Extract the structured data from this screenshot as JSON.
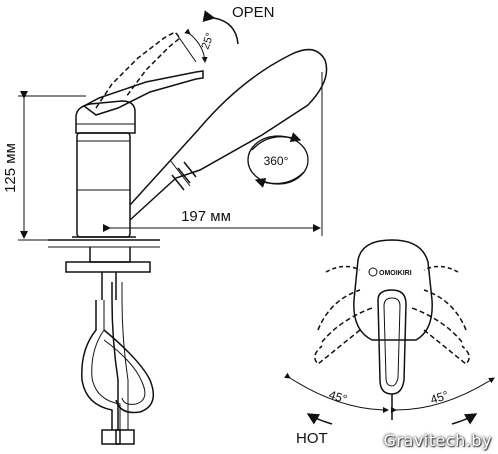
{
  "labels": {
    "open": "OPEN",
    "hot": "HOT",
    "angle_25": "25°",
    "height": "125 мм",
    "reach": "197 мм",
    "rotation": "360°",
    "angle_45_left": "45°",
    "angle_45_right": "45°",
    "brand": "OMOIKIRI",
    "watermark": "Gravitech.by"
  },
  "colors": {
    "line": "#111111",
    "background": "#ffffff"
  }
}
